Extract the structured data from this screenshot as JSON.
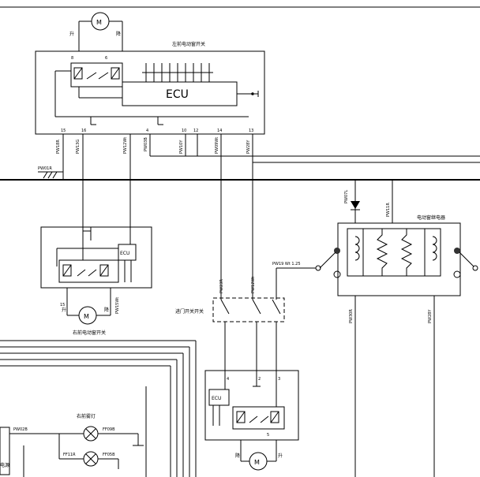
{
  "labels": {
    "left_front_switch": "左前电动窗开关",
    "right_front_switch": "右前电动窗开关",
    "relay": "电动窗继电器",
    "door_switch": "进门开关开关",
    "right_fog_lamp": "右前雾灯",
    "lamp_fragment": "电源",
    "ecu": "ECU",
    "ecu_small": "ECU",
    "motor": "M",
    "up": "升",
    "down": "降",
    "pw19": "PW19 Wt 1.25"
  },
  "pins": {
    "p15": "15",
    "p16": "16",
    "p8": "8",
    "p6": "6",
    "p4": "4",
    "p10": "10",
    "p12": "12",
    "p14": "14",
    "p13": "13",
    "p2": "2",
    "p3": "3",
    "p5": "5"
  },
  "wire_codes": {
    "w1": "PW18R",
    "w2": "PW13G",
    "w3": "PW12Wt",
    "w4": "PW03B",
    "w5": "PW10Y",
    "w6": "PW09Wt",
    "w7": "PW28Y",
    "w8": "PW23R",
    "w9": "PW12Wt",
    "w10": "PW30R",
    "w11": "PW28Y",
    "w12": "PW11R",
    "w13": "PW07L",
    "w14": "PW15Wt",
    "w15": "PW01R",
    "w16": "PW02B",
    "w17": "FF09B",
    "w18": "FF11R",
    "w19": "FF05B"
  }
}
